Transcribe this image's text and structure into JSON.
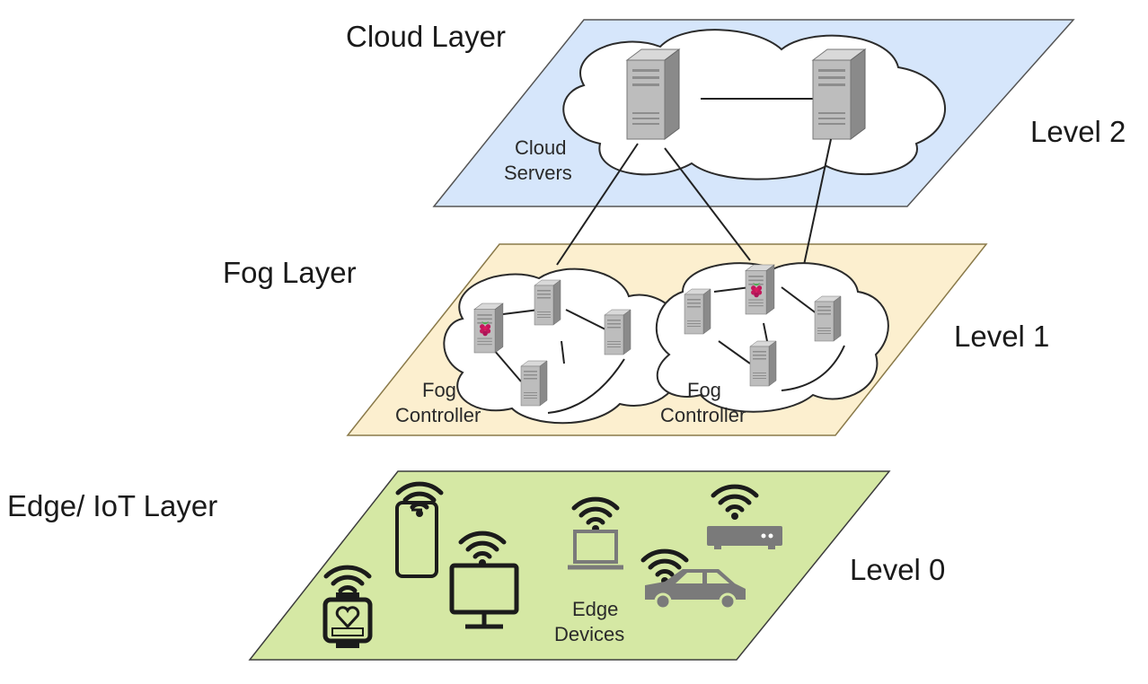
{
  "layers": {
    "cloud": {
      "title": "Cloud Layer",
      "level": "Level 2",
      "plane_color": "#d6e6fb",
      "caption_line1": "Cloud",
      "caption_line2": "Servers"
    },
    "fog": {
      "title": "Fog Layer",
      "level": "Level 1",
      "plane_color": "#fcefcf",
      "controller1_line1": "Fog",
      "controller1_line2": "Controller",
      "controller2_line1": "Fog",
      "controller2_line2": "Controller"
    },
    "edge": {
      "title": "Edge/ IoT Layer",
      "level": "Level 0",
      "plane_color": "#d5e8a4",
      "caption_line1": "Edge",
      "caption_line2": "Devices"
    }
  },
  "icons": [
    "server-icon",
    "raspberry-pi-icon",
    "wifi-icon",
    "smartphone-icon",
    "monitor-icon",
    "laptop-icon",
    "router-icon",
    "car-icon",
    "smartwatch-icon"
  ],
  "colors": {
    "server_front": "#9e9e9e",
    "server_side": "#c8c8c8",
    "device": "#6b6b6b",
    "raspberry": "#c2185b"
  }
}
